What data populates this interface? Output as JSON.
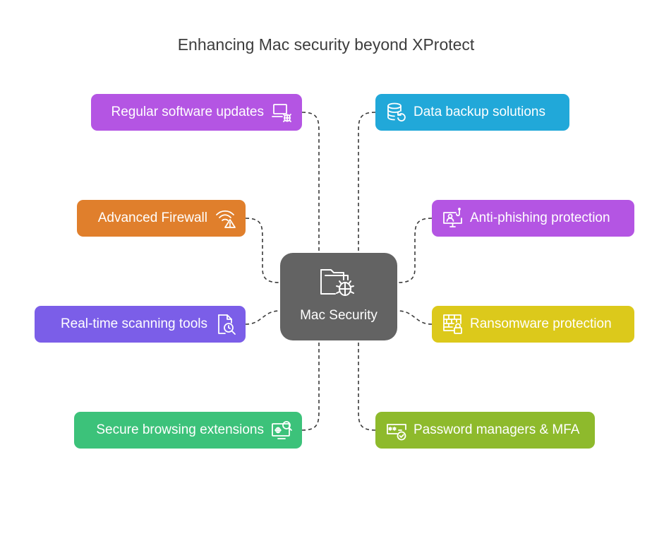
{
  "title": "Enhancing Mac security beyond XProtect",
  "center": {
    "label": "Mac Security",
    "icon": "folder-bug-icon"
  },
  "left_items": [
    {
      "label": "Regular software updates",
      "color": "#b455e3",
      "icon": "laptop-bug-icon"
    },
    {
      "label": "Advanced Firewall",
      "color": "#e07f2c",
      "icon": "wifi-warning-icon"
    },
    {
      "label": "Real-time scanning tools",
      "color": "#7b5ee8",
      "icon": "document-search-clock-icon"
    },
    {
      "label": "Secure browsing extensions",
      "color": "#3cc27a",
      "icon": "monitor-bug-search-icon"
    }
  ],
  "right_items": [
    {
      "label": "Data backup solutions",
      "color": "#21a8d9",
      "icon": "database-refresh-icon"
    },
    {
      "label": "Anti-phishing protection",
      "color": "#b455e3",
      "icon": "monitor-phishing-icon"
    },
    {
      "label": "Ransomware protection",
      "color": "#dcc91b",
      "icon": "firewall-lock-icon"
    },
    {
      "label": "Password managers & MFA",
      "color": "#8eba2c",
      "icon": "password-check-icon"
    }
  ]
}
